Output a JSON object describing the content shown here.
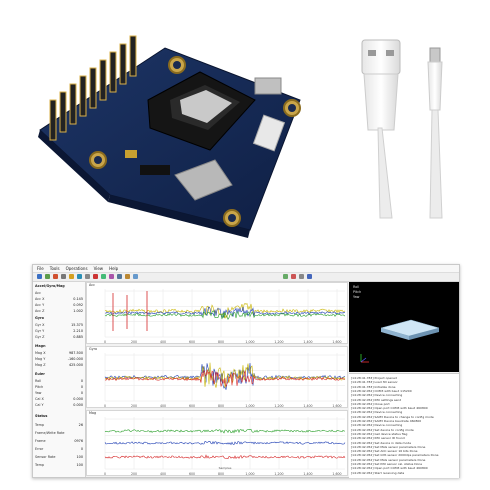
{
  "app": {
    "menu": [
      "File",
      "Tools",
      "Operations",
      "View",
      "Help"
    ]
  },
  "left_panel": {
    "sections": [
      {
        "title": "Accel/Gyro/Mag",
        "rows": [
          {
            "label": "Acc",
            "value": ""
          },
          {
            "label": "Acc X",
            "value": "0.145"
          },
          {
            "label": "Acc Y",
            "value": "0.092"
          },
          {
            "label": "Acc Z",
            "value": "1.002"
          }
        ]
      },
      {
        "title": "Gyro",
        "rows": [
          {
            "label": "Gyr X",
            "value": "15.375"
          },
          {
            "label": "Gyr Y",
            "value": "2.210"
          },
          {
            "label": "Gyr Z",
            "value": "0.885"
          }
        ]
      },
      {
        "title": "Magn",
        "rows": [
          {
            "label": "Mag X",
            "value": "987.500"
          },
          {
            "label": "Mag Y",
            "value": "-160.000"
          },
          {
            "label": "Mag Z",
            "value": "425.000"
          }
        ]
      },
      {
        "title": "Euler",
        "rows": [
          {
            "label": "Roll",
            "value": "0"
          },
          {
            "label": "Pitch",
            "value": "0"
          },
          {
            "label": "Yaw",
            "value": "0"
          },
          {
            "label": "Cal X",
            "value": "0.000"
          },
          {
            "label": "Cal Y",
            "value": "0.000"
          }
        ]
      },
      {
        "title": "Status",
        "rows": [
          {
            "label": "Temp",
            "value": "26"
          },
          {
            "label": "Frame/Write Rate",
            "value": ""
          },
          {
            "label": "Frame",
            "value": "0976"
          },
          {
            "label": "Error",
            "value": "0"
          },
          {
            "label": "Sensor Rate",
            "value": "100"
          },
          {
            "label": "Temp",
            "value": "100"
          }
        ]
      }
    ]
  },
  "plots": [
    {
      "title": "Acc"
    },
    {
      "title": "Gyro"
    },
    {
      "title": "Mag"
    }
  ],
  "x_ticks": [
    "0",
    "200",
    "400",
    "600",
    "800",
    "1,000",
    "1,200",
    "1,400",
    "1,600"
  ],
  "x_axis_label": "Samples",
  "view3d": {
    "label_lines": [
      "Roll",
      "Pitch",
      "Yaw"
    ]
  },
  "log_lines": [
    "[14:28:41.783] Project opened",
    "[14:28:41.783] Load 3D sensor",
    "[14:28:41.783] Initialize done",
    "[14:28:42.052] COM3 with baud 115200",
    "[14:28:42.052] Device connecting",
    "[14:28:42.052] IMU settings send",
    "[14:28:42.052] Close port",
    "[14:28:42.052] Open port COM3 with baud 460800",
    "[14:28:42.052] Device connecting",
    "[14:28:42.052] SAM3 Device to change to config mode",
    "[14:28:42.052] SAM3 Device baudrate 460800",
    "[14:28:42.052] Device connecting",
    "[14:28:42.052] Set device to config mode",
    "[14:28:42.052] Get device status flag",
    "[14:28:42.052] IMU sensor ID found",
    "[14:28:42.052] Set device in data mode",
    "[14:28:42.052] Set MAG sensor parameters Done",
    "[14:28:42.052] Set ACC sensor 16 bits Done",
    "[14:28:42.052] Set GYR sensor 2000dps parameters Done",
    "[14:28:42.052] Set MAG sensor parameters Done",
    "[14:28:42.052] Set IMU sensor cal. status Done",
    "[14:28:42.052] Open port COM3 with baud 460800",
    "[14:28:42.052] Start receiving data"
  ],
  "colors": {
    "series_red": "#d62728",
    "series_green": "#2ca02c",
    "series_blue": "#1f3fb4",
    "series_yellow": "#c8b400"
  }
}
